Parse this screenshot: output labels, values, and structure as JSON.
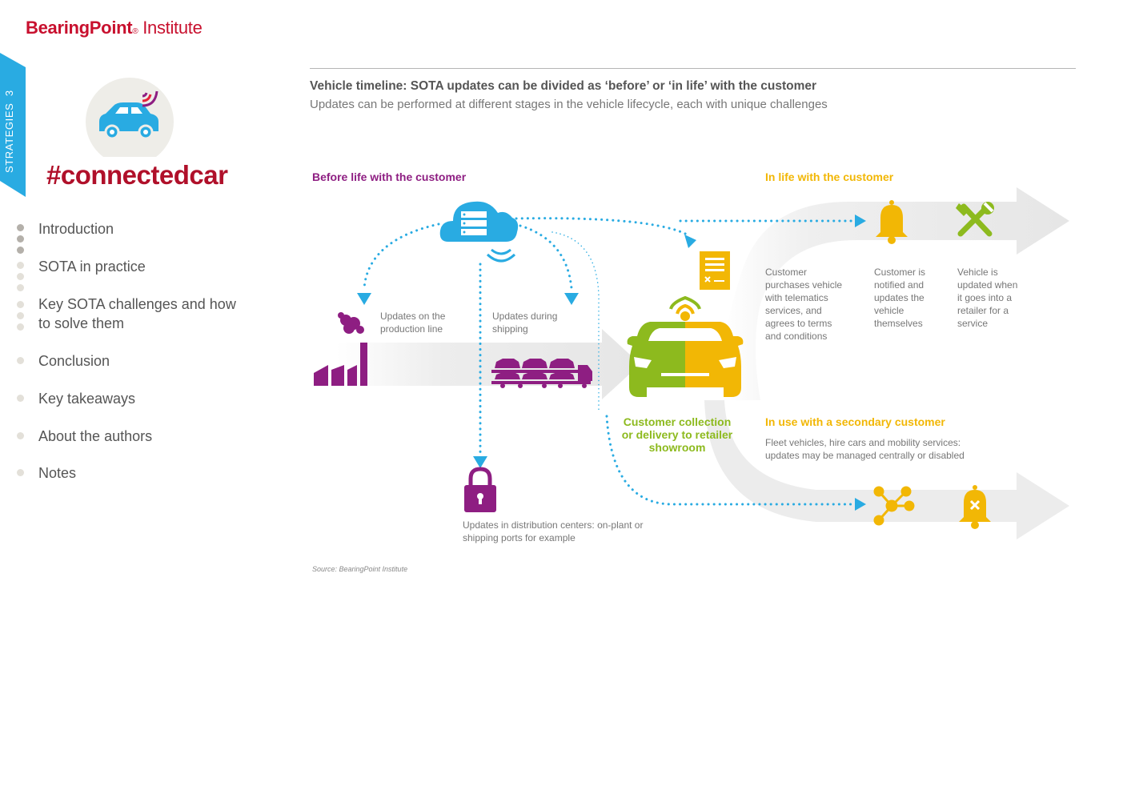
{
  "header": {
    "brand": "BearingPoint",
    "reg_mark": "®",
    "suffix": "Institute"
  },
  "side_tab": {
    "label": "STRATEGIES",
    "number": "3",
    "color": "#29abe2"
  },
  "hero": {
    "hashtag": "#connectedcar",
    "icon": "connected-car-icon"
  },
  "nav": {
    "items": [
      {
        "label": "Introduction"
      },
      {
        "label": "SOTA in practice"
      },
      {
        "label": "Key SOTA challenges and how to solve them"
      },
      {
        "label": "Conclusion"
      },
      {
        "label": "Key takeaways"
      },
      {
        "label": "About the authors"
      },
      {
        "label": "Notes"
      }
    ]
  },
  "figure": {
    "title": "Vehicle timeline: SOTA updates can be divided as ‘before’ or ‘in life’ with the customer",
    "subtitle": "Updates can be performed at different stages in the vehicle lifecycle, each with unique challenges",
    "before_header": "Before life with the customer",
    "inlife_header": "In life with the customer",
    "secondary_header": "In use with a secondary customer",
    "secondary_desc": "Fleet vehicles, hire cars and mobility services: updates may be managed centrally or disabled",
    "production_line": "Updates on the production line",
    "shipping": "Updates during shipping",
    "distribution": "Updates in distribution centers: on-plant or shipping ports for example",
    "collection": "Customer collection or delivery to retailer showroom",
    "step_purchase": "Customer purchases vehicle with telematics services, and agrees to terms and conditions",
    "step_notified": "Customer is notified and updates the vehicle themselves",
    "step_retailer": "Vehicle is updated when it goes into a retailer for a service",
    "source": "Source: BearingPoint Institute",
    "colors": {
      "cloud": "#29abe2",
      "before": "#8e1e82",
      "inlife": "#f2b705",
      "car_green": "#8dba1e"
    },
    "icons": [
      "cloud-server-icon",
      "factory-icon",
      "car-transporter-icon",
      "padlock-icon",
      "contract-icon",
      "bell-icon",
      "tools-icon",
      "network-icon",
      "bell-muted-icon"
    ]
  }
}
